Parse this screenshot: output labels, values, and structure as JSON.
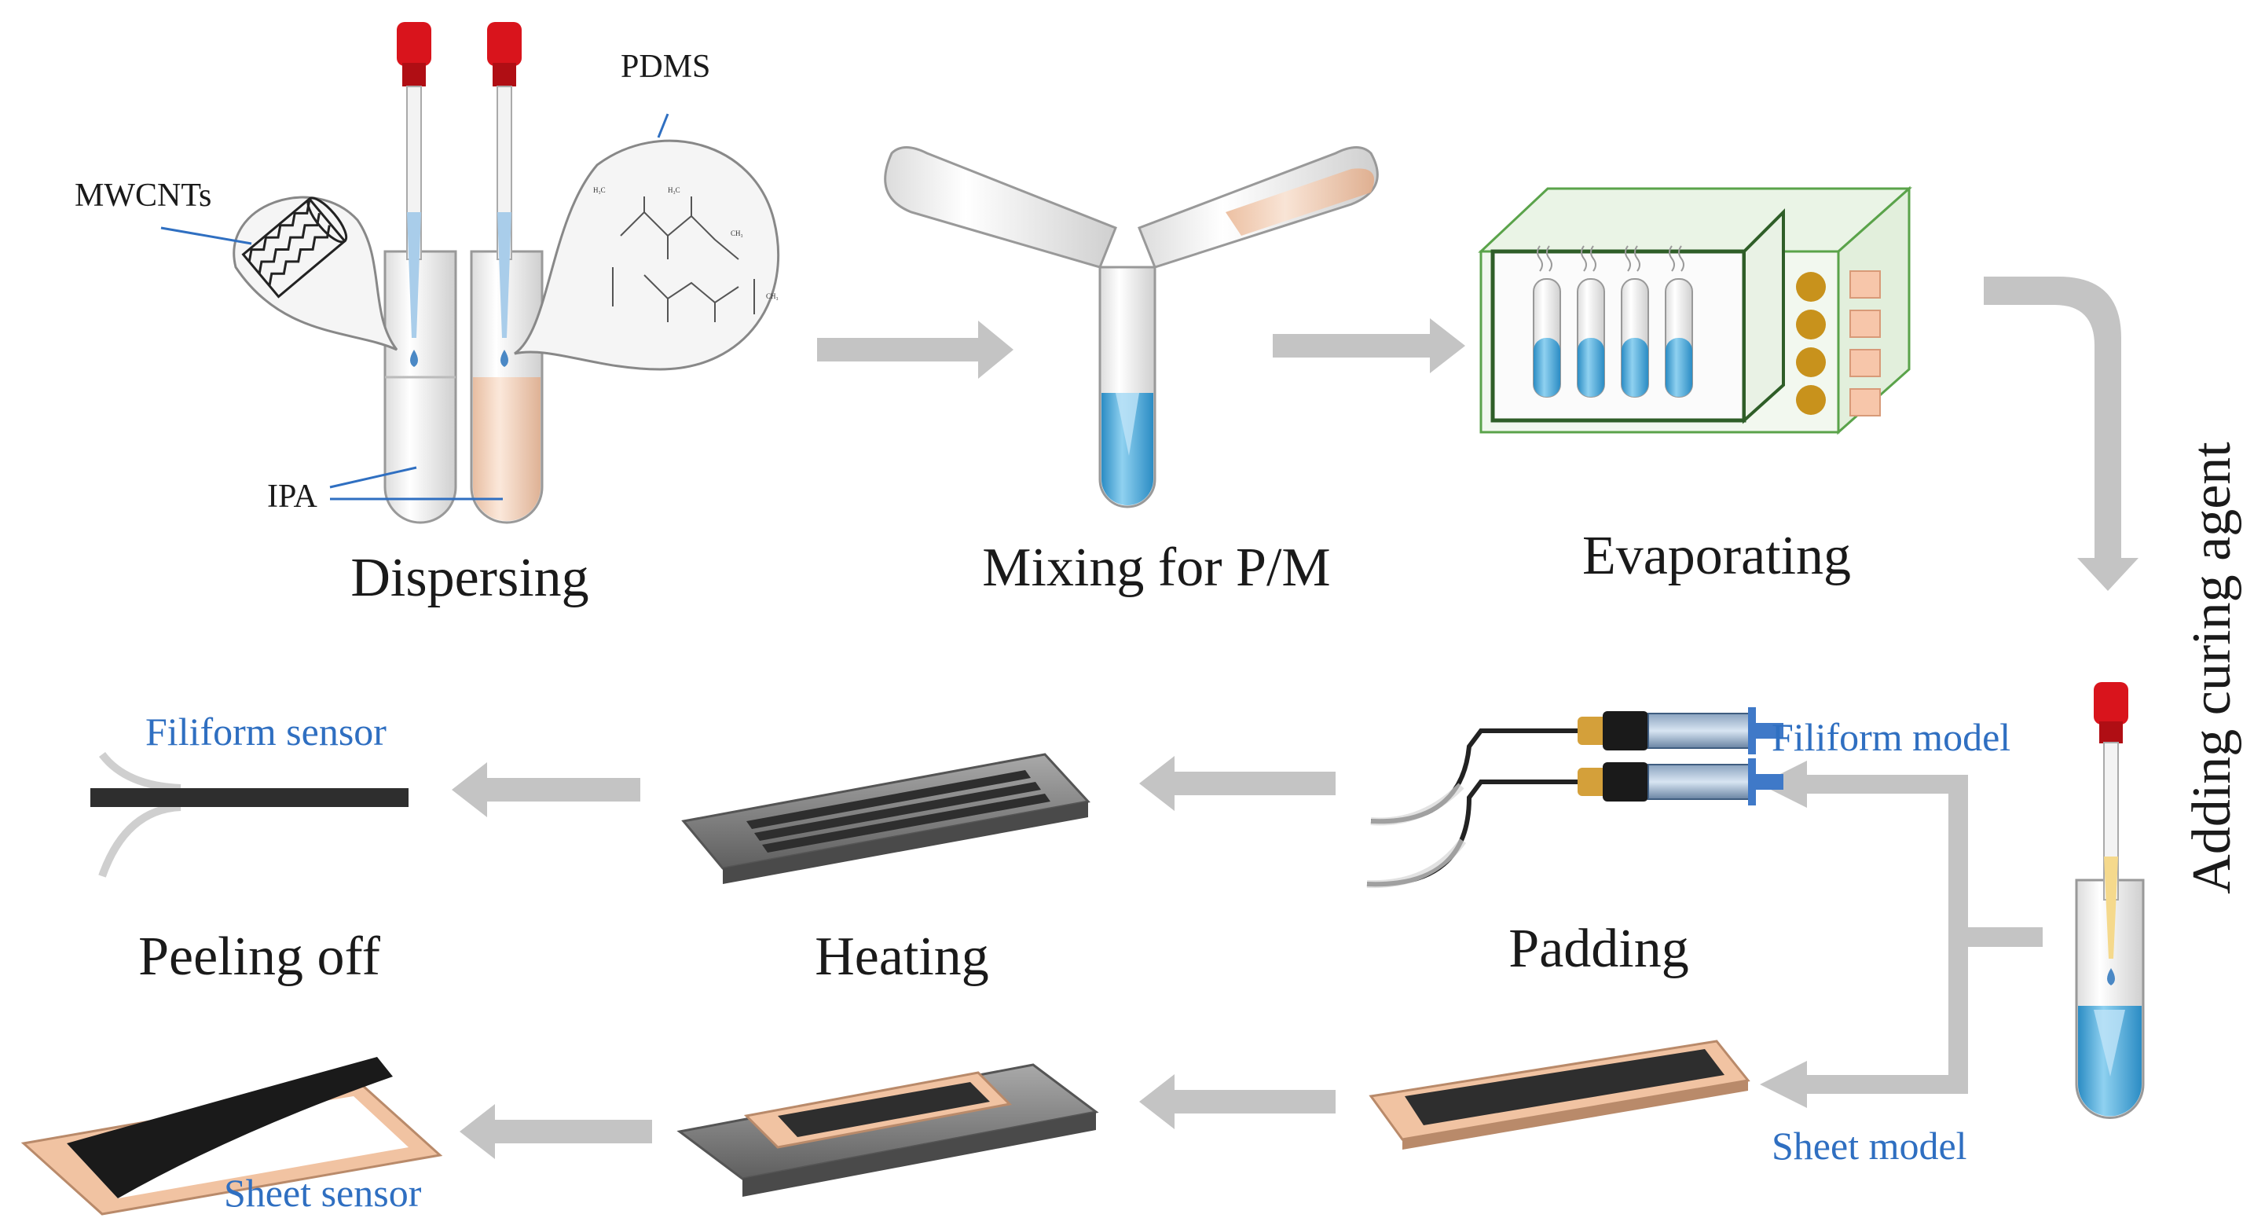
{
  "steps": {
    "dispersing": "Dispersing",
    "mixing": "Mixing for P/M",
    "evaporating": "Evaporating",
    "adding_curing_agent": "Adding curing agent",
    "padding": "Padding",
    "heating": "Heating",
    "peeling_off": "Peeling off"
  },
  "labels": {
    "mwcnts": "MWCNTs",
    "pdms": "PDMS",
    "ipa": "IPA",
    "filiform_model": "Filiform model",
    "sheet_model": "Sheet model",
    "filiform_sensor": "Filiform sensor",
    "sheet_sensor": "Sheet sensor"
  },
  "colors": {
    "step_text": "#1a1a1a",
    "blue_text": "#2f6fc1",
    "arrow": "#c4c4c4",
    "liquid_blue": "#4aa8d8",
    "pdms_peach": "#f2c7a5",
    "dropper_red": "#d9141c",
    "oven_green": "#5aa34a",
    "knob_gold": "#c8921c",
    "substrate": "#7d7d7d",
    "composite_dark": "#2e2e2e"
  },
  "icons": [
    "test-tube-icon",
    "dropper-icon",
    "nanotube-icon",
    "molecule-icon",
    "y-tube-icon",
    "oven-icon",
    "syringe-icon",
    "hot-plate-icon",
    "mold-icon",
    "flow-arrow-icon"
  ]
}
